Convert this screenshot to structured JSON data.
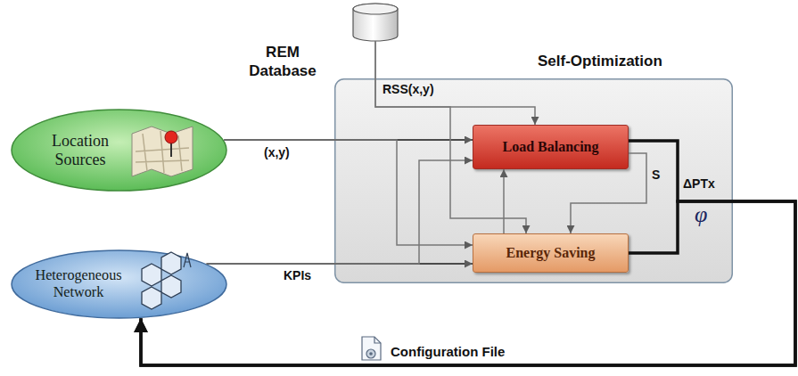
{
  "diagram": {
    "nodes": [
      {
        "text": [
          "REM Database"
        ]
      },
      {
        "text": [
          "Self-Optimization"
        ]
      },
      {
        "text": [
          "Load Balancing"
        ],
        "in": 1
      },
      {
        "text": [
          "Energy Saving"
        ],
        "in": 1
      },
      {
        "text": [
          "Location Sources"
        ]
      },
      {
        "text": [
          "Heterogeneous Network"
        ]
      }
    ],
    "edges": [
      {
        "from": 4,
        "to": 2,
        "arrow": "to",
        "label": "(x,y)"
      },
      {
        "from": 4,
        "to": 3,
        "arrow": "to"
      },
      {
        "from": 5,
        "to": 3,
        "arrow": "to",
        "label": "KPIs"
      },
      {
        "from": 5,
        "to": 2,
        "arrow": "to"
      },
      {
        "from": 0,
        "to": 2,
        "arrow": "to",
        "label": "RSS(x,y)"
      },
      {
        "from": 0,
        "to": 3,
        "arrow": "to"
      },
      {
        "from": 2,
        "to": 3,
        "arrow": "to",
        "label": "S"
      },
      {
        "from": 3,
        "to": 2,
        "arrow": "to"
      },
      {
        "from": 2,
        "to": 5,
        "arrow": "to",
        "label": "ΔPTx"
      },
      {
        "from": 3,
        "to": 5,
        "arrow": "to",
        "label": "φ"
      }
    ],
    "labels": [
      "Configuration File"
    ]
  }
}
